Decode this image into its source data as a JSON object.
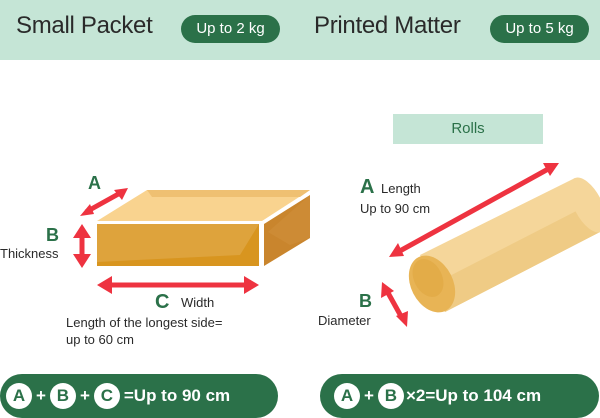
{
  "header": {
    "left": {
      "title": "Small Packet",
      "weight_badge": "Up to 2 kg"
    },
    "right": {
      "title": "Printed Matter",
      "weight_badge": "Up to 5 kg"
    }
  },
  "small_packet": {
    "dimension_a": {
      "letter": "A"
    },
    "dimension_b": {
      "letter": "B",
      "label": "Thickness"
    },
    "dimension_c": {
      "letter": "C",
      "label": "Width"
    },
    "note_line1": "Length of the longest side=",
    "note_line2": "up to 60 cm",
    "formula": {
      "letters": [
        "A",
        "B",
        "C"
      ],
      "operators": [
        "+",
        "+"
      ],
      "result": "=Up to 90 cm"
    }
  },
  "rolls": {
    "label": "Rolls",
    "dimension_a": {
      "letter": "A",
      "label": "Length",
      "limit": "Up to 90 cm"
    },
    "dimension_b": {
      "letter": "B",
      "label": "Diameter"
    },
    "formula": {
      "letters": [
        "A",
        "B"
      ],
      "operators": [
        "+"
      ],
      "result": "×2=Up to 104 cm"
    }
  },
  "colors": {
    "header_bg": "#c5e5d6",
    "accent_green": "#2b7149",
    "arrow_red": "#ee3340",
    "box_front": "#dea33c",
    "box_top": "#f9d38f",
    "box_side": "#c9852d",
    "roll_body": "#f5d69a",
    "roll_end": "#e8b455"
  }
}
